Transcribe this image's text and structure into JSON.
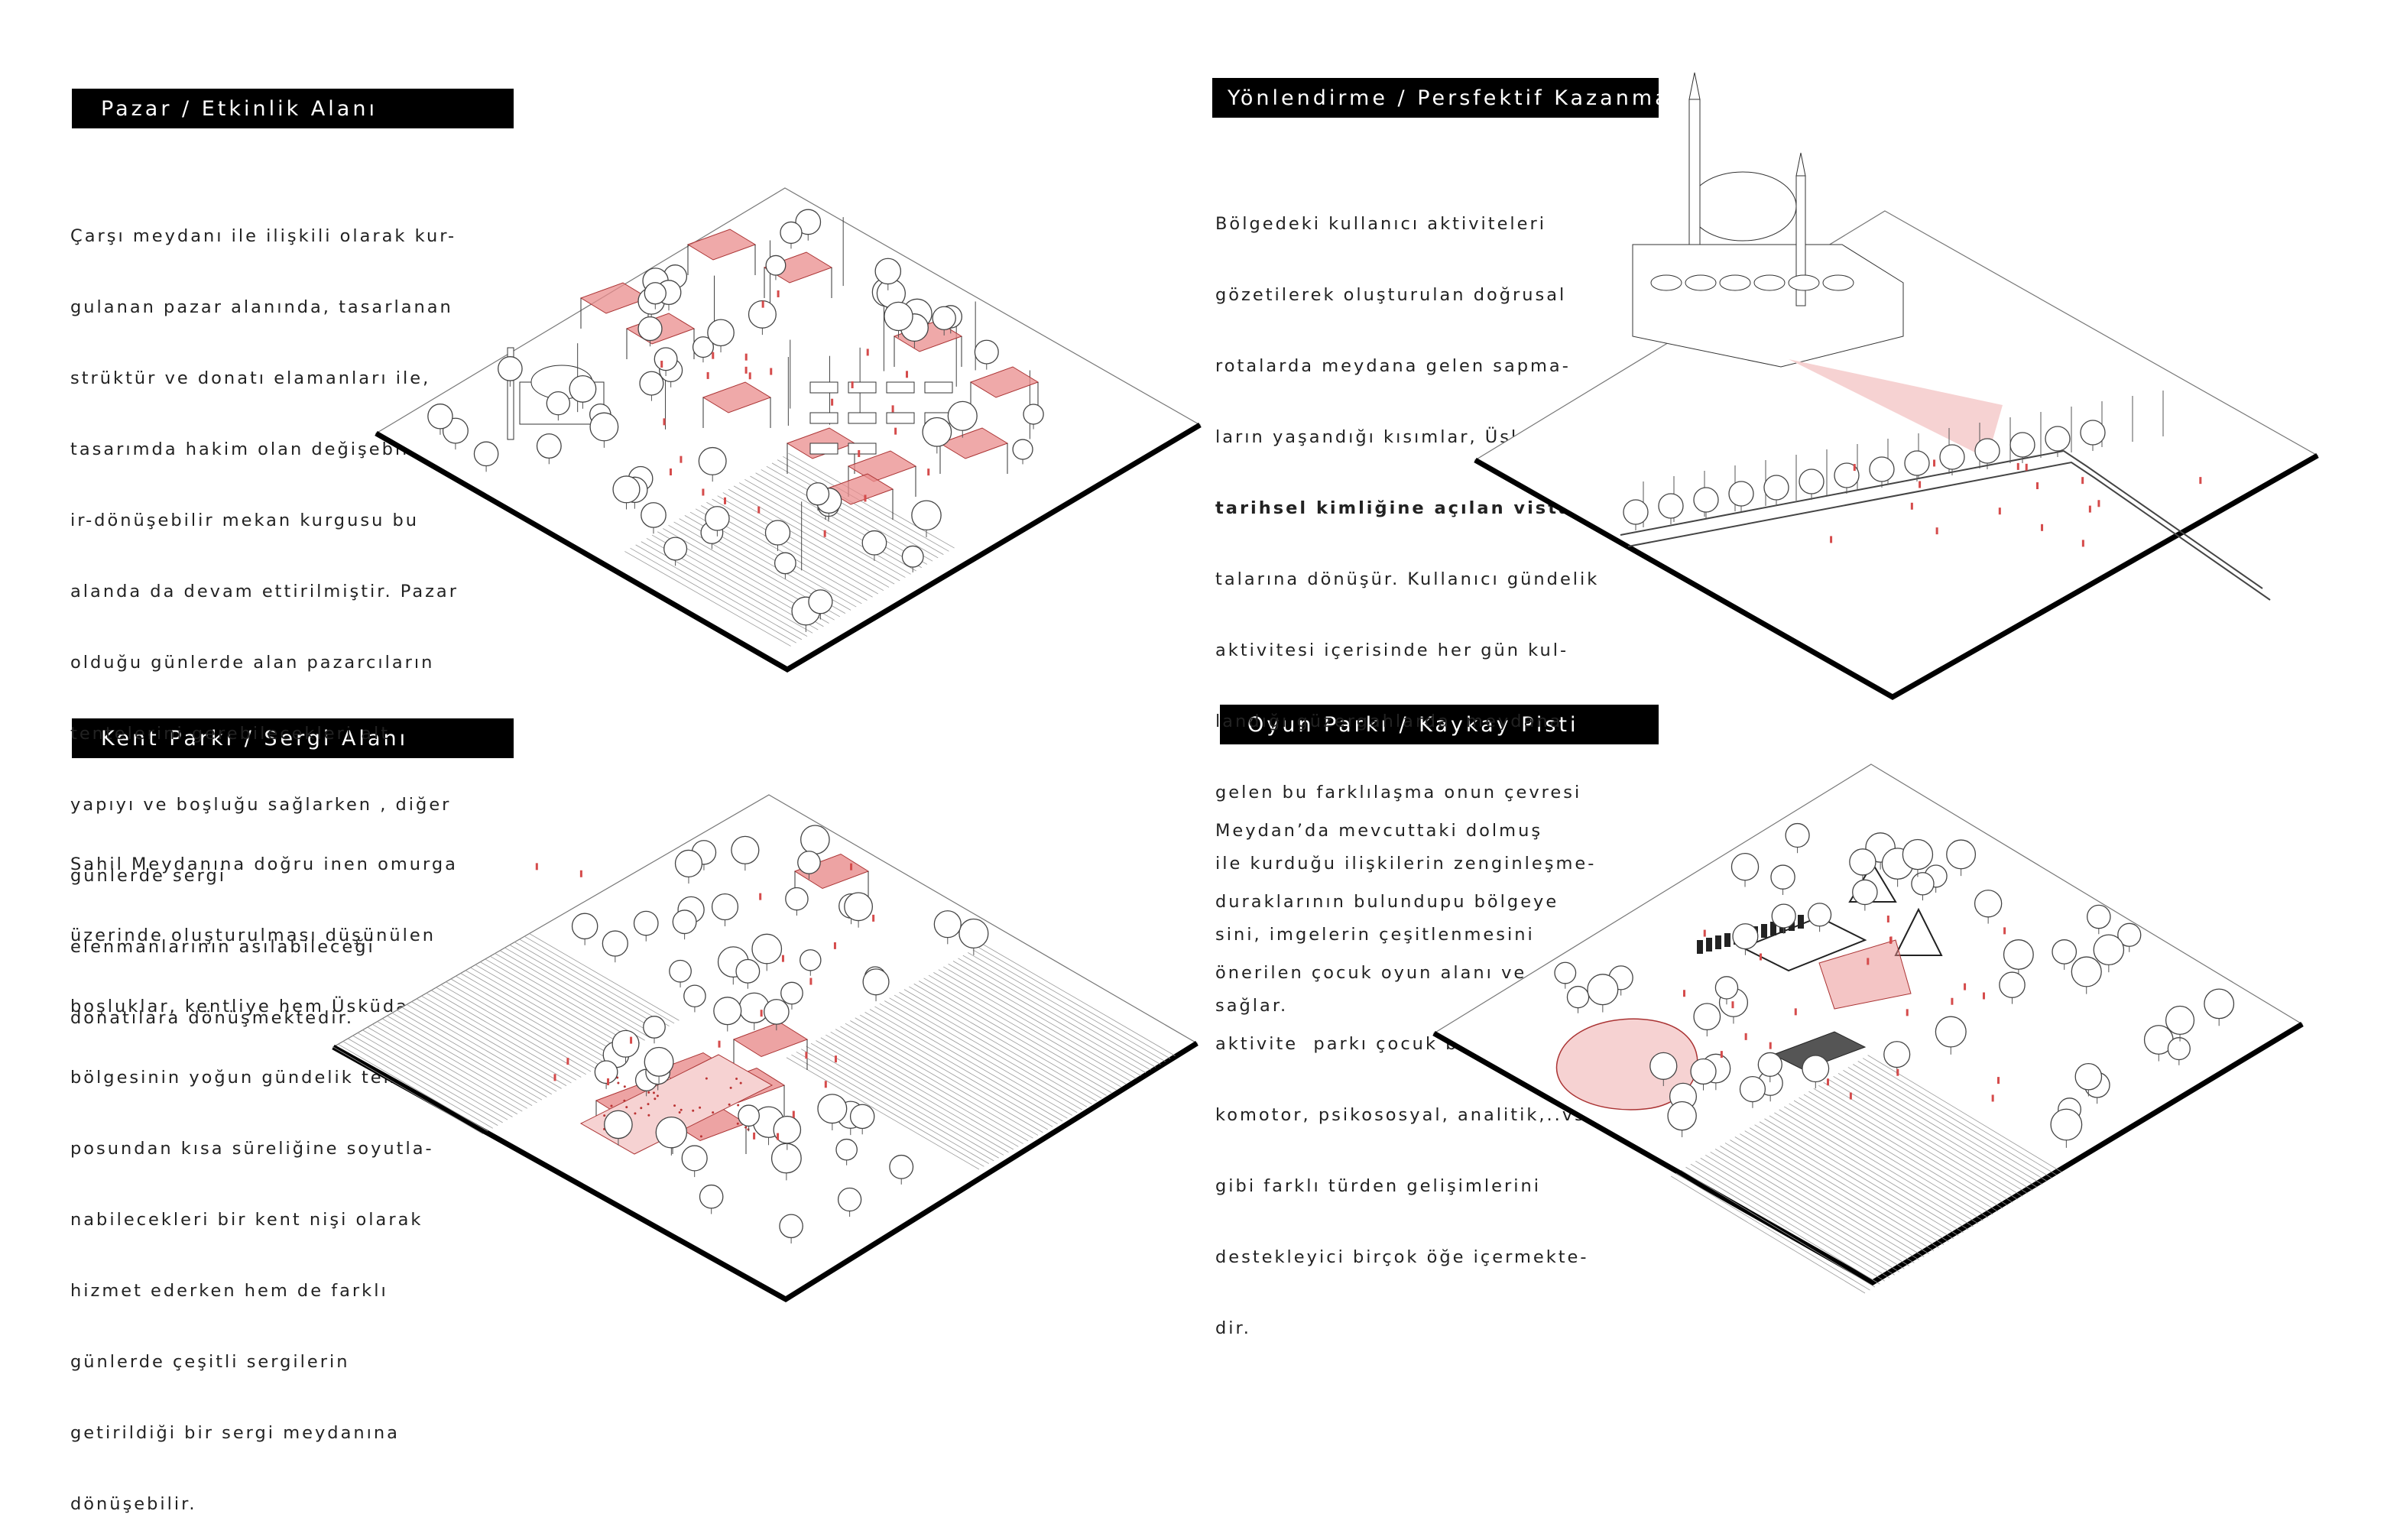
{
  "panels": [
    {
      "id": "pazar",
      "title": "Pazar / Etkinlik Alanı",
      "lines": [
        "Çarşı meydanı ile ilişkili olarak kur-",
        "gulanan pazar alanında, tasarlanan",
        "strüktür ve donatı elamanları ile,",
        "tasarımda hakim olan değişebil-",
        "ir-dönüşebilir mekan kurgusu bu",
        "alanda da devam ettirilmiştir. Pazar",
        "olduğu günlerde alan pazarcıların",
        "tentelerini gerebilecekleri alt",
        "yapıyı ve boşluğu sağlarken , diğer",
        "günlerde sergi",
        "elenmanlarının asılabileceği",
        "donatılara dönüşmektedir."
      ]
    },
    {
      "id": "yonlendirme",
      "title": "Yönlendirme / Persfektif Kazanma",
      "lines": [
        "Bölgedeki kullanıcı aktiviteleri",
        "gözetilerek oluşturulan doğrusal",
        "rotalarda meydana gelen sapma-",
        "ların yaşandığı kısımlar, Üsküdar’ın",
        "tarihsel kimliğine açılan vista nok-",
        "talarına dönüşür. Kullanıcı gündelik",
        "aktivitesi içerisinde her gün kul-",
        "landığı güzergahlarda  meydana",
        "gelen bu farklılaşma onun çevresi",
        "ile kurduğu ilişkilerin zenginleşme-",
        "sini, imgelerin çeşitlenmesini",
        "sağlar."
      ]
    },
    {
      "id": "kent-parki",
      "title": "Kent Parkı / Sergi Alanı",
      "lines": [
        "Sahil Meydanına doğru inen omurga",
        "üzerinde oluşturulması düşünülen",
        "boşluklar, kentliye hem Üsküdar",
        "bölgesinin yoğun gündelik tem-",
        "posundan kısa süreliğine soyutla-",
        "nabilecekleri bir kent nişi olarak",
        "hizmet ederken hem de farklı",
        "günlerde çeşitli sergilerin",
        "getirildiği bir sergi meydanına",
        "dönüşebilir."
      ]
    },
    {
      "id": "oyun-parki",
      "title": "Oyun Parkı / Kaykay Pisti",
      "lines": [
        "Meydan’da mevcuttaki dolmuş",
        "duraklarının bulundupu bölgeye",
        "önerilen çocuk oyun alanı ve",
        "aktivite  parkı çocuk bireylerin psi-",
        "komotor, psikososyal, analitik,..vs.",
        "gibi farklı türden gelişimlerini",
        "destekleyici birçok öğe içermekte-",
        "dir."
      ]
    }
  ],
  "colors": {
    "accent_red": "#e98c8c",
    "accent_red_light": "#f6d2d2",
    "line": "#2a2a2a",
    "bar": "#000000"
  }
}
